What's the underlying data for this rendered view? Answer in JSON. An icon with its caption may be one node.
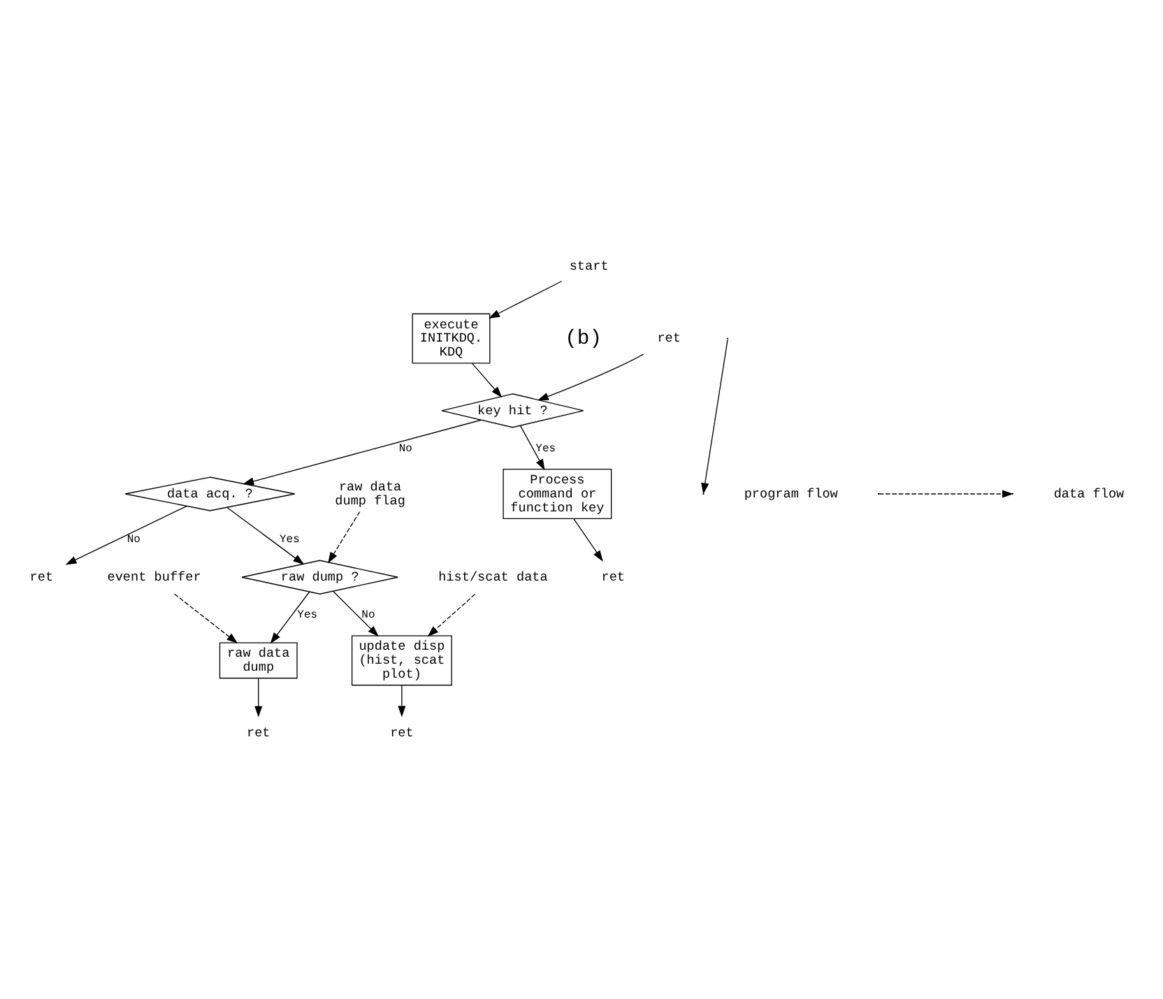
{
  "diagram": {
    "nodes": [
      {
        "text": [
          "start"
        ]
      },
      {
        "text": [
          "execute INITKDQ. KDQ"
        ]
      },
      {
        "text": [
          "ret"
        ]
      },
      {
        "text": [
          "key hit ?"
        ]
      },
      {
        "text": [
          "data acq. ?"
        ]
      },
      {
        "text": [
          "ret"
        ]
      },
      {
        "text": [
          "Process command or function key"
        ]
      },
      {
        "text": [
          "ret"
        ]
      },
      {
        "text": [
          "raw data dump flag"
        ]
      },
      {
        "text": [
          "raw dump ?"
        ]
      },
      {
        "text": [
          "event buffer"
        ]
      },
      {
        "text": [
          "raw data dump"
        ]
      },
      {
        "text": [
          "ret"
        ]
      },
      {
        "text": [
          "update disp (hist, scat plot)"
        ]
      },
      {
        "text": [
          "hist/scat data"
        ]
      },
      {
        "text": [
          "ret"
        ]
      }
    ],
    "edges": [
      {
        "from": 0,
        "to": 1,
        "arrow": "to"
      },
      {
        "from": 1,
        "to": 3,
        "arrow": "to"
      },
      {
        "from": 2,
        "to": 3,
        "arrow": "to"
      },
      {
        "from": 3,
        "to": 6,
        "arrow": "to",
        "label": "Yes"
      },
      {
        "from": 3,
        "to": 4,
        "arrow": "to",
        "label": "No"
      },
      {
        "from": 4,
        "to": 5,
        "arrow": "to",
        "label": "No"
      },
      {
        "from": 4,
        "to": 9,
        "arrow": "to",
        "label": "Yes"
      },
      {
        "from": 8,
        "to": 9,
        "arrow": "to",
        "style": "dashed"
      },
      {
        "from": 9,
        "to": 11,
        "arrow": "to",
        "label": "Yes"
      },
      {
        "from": 9,
        "to": 13,
        "arrow": "to",
        "label": "No"
      },
      {
        "from": 10,
        "to": 11,
        "arrow": "to",
        "style": "dashed"
      },
      {
        "from": 11,
        "to": 12,
        "arrow": "to"
      },
      {
        "from": 14,
        "to": 13,
        "arrow": "to",
        "style": "dashed"
      },
      {
        "from": 13,
        "to": 15,
        "arrow": "to"
      },
      {
        "from": 6,
        "to": 7,
        "arrow": "to"
      }
    ],
    "labels": [
      "(b)"
    ],
    "legend": [
      {
        "text": "program flow"
      },
      {
        "text": "data flow"
      }
    ]
  }
}
